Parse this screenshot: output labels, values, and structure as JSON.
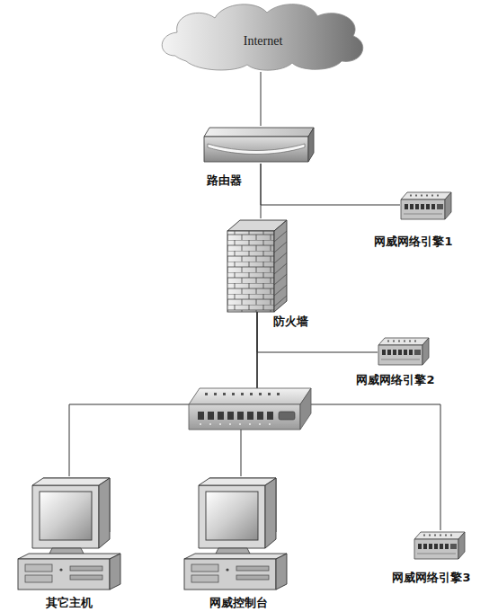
{
  "diagram": {
    "nodes": [
      {
        "text": [
          "Internet"
        ]
      },
      {
        "text": [
          "路由器"
        ]
      },
      {
        "text": [
          "网威网络引擎1"
        ]
      },
      {
        "text": [
          "防火墙"
        ]
      },
      {
        "text": [
          "网威网络引擎2"
        ]
      },
      {
        "text": [
          "其它主机"
        ]
      },
      {
        "text": [
          "网威控制台"
        ]
      },
      {
        "text": [
          "网威网络引擎3"
        ]
      }
    ],
    "edges": [
      {
        "from": 0,
        "to": 1,
        "arrow": "none"
      },
      {
        "from": 1,
        "to": 3,
        "arrow": "none"
      },
      {
        "from": 1,
        "to": 2,
        "arrow": "none"
      },
      {
        "from": 3,
        "to": 4,
        "arrow": "none"
      },
      {
        "from": 3,
        "to": 5,
        "arrow": "none"
      },
      {
        "from": 3,
        "to": 6,
        "arrow": "none"
      },
      {
        "from": 3,
        "to": 7,
        "arrow": "none"
      }
    ]
  }
}
